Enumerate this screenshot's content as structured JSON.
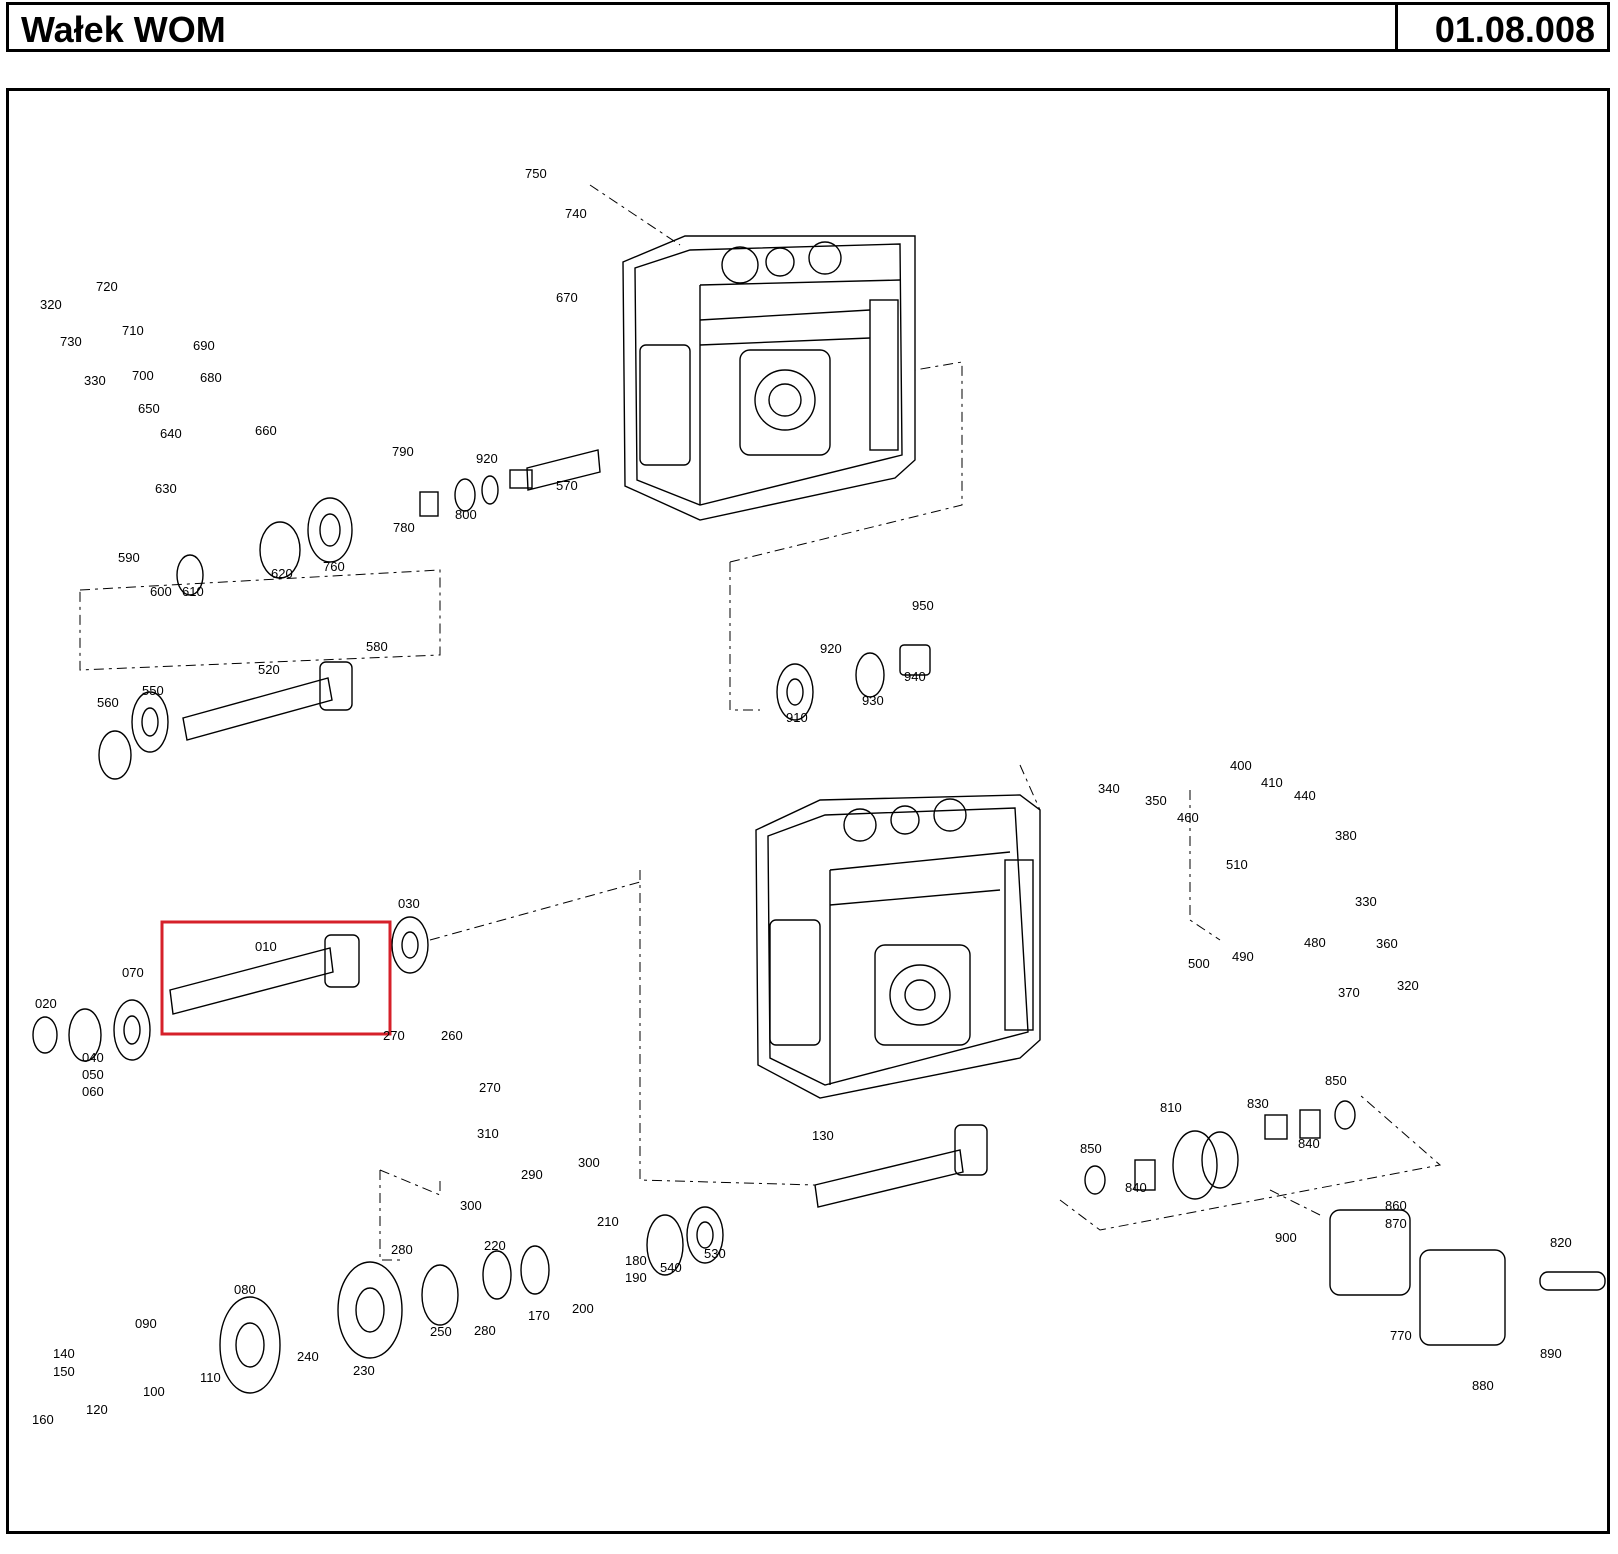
{
  "header": {
    "title": "Wałek WOM",
    "code": "01.08.008"
  },
  "highlight_color": "#d6202a",
  "labels": [
    "750",
    "740",
    "720",
    "320",
    "730",
    "710",
    "690",
    "330",
    "700",
    "680",
    "670",
    "650",
    "640",
    "660",
    "630",
    "790",
    "920",
    "570",
    "780",
    "800",
    "760",
    "620",
    "590",
    "600",
    "610",
    "950",
    "580",
    "520",
    "920",
    "940",
    "560",
    "550",
    "930",
    "910",
    "400",
    "340",
    "410",
    "350",
    "440",
    "460",
    "380",
    "510",
    "030",
    "330",
    "010",
    "360",
    "480",
    "070",
    "500",
    "490",
    "320",
    "370",
    "020",
    "040",
    "050",
    "060",
    "270",
    "260",
    "270",
    "310",
    "300",
    "290",
    "300",
    "130",
    "850",
    "810",
    "830",
    "850",
    "840",
    "840",
    "860",
    "870",
    "210",
    "280",
    "220",
    "180",
    "900",
    "820",
    "190",
    "540",
    "530",
    "170",
    "200",
    "080",
    "280",
    "250",
    "770",
    "090",
    "240",
    "230",
    "890",
    "140",
    "150",
    "110",
    "100",
    "880",
    "120",
    "160"
  ]
}
